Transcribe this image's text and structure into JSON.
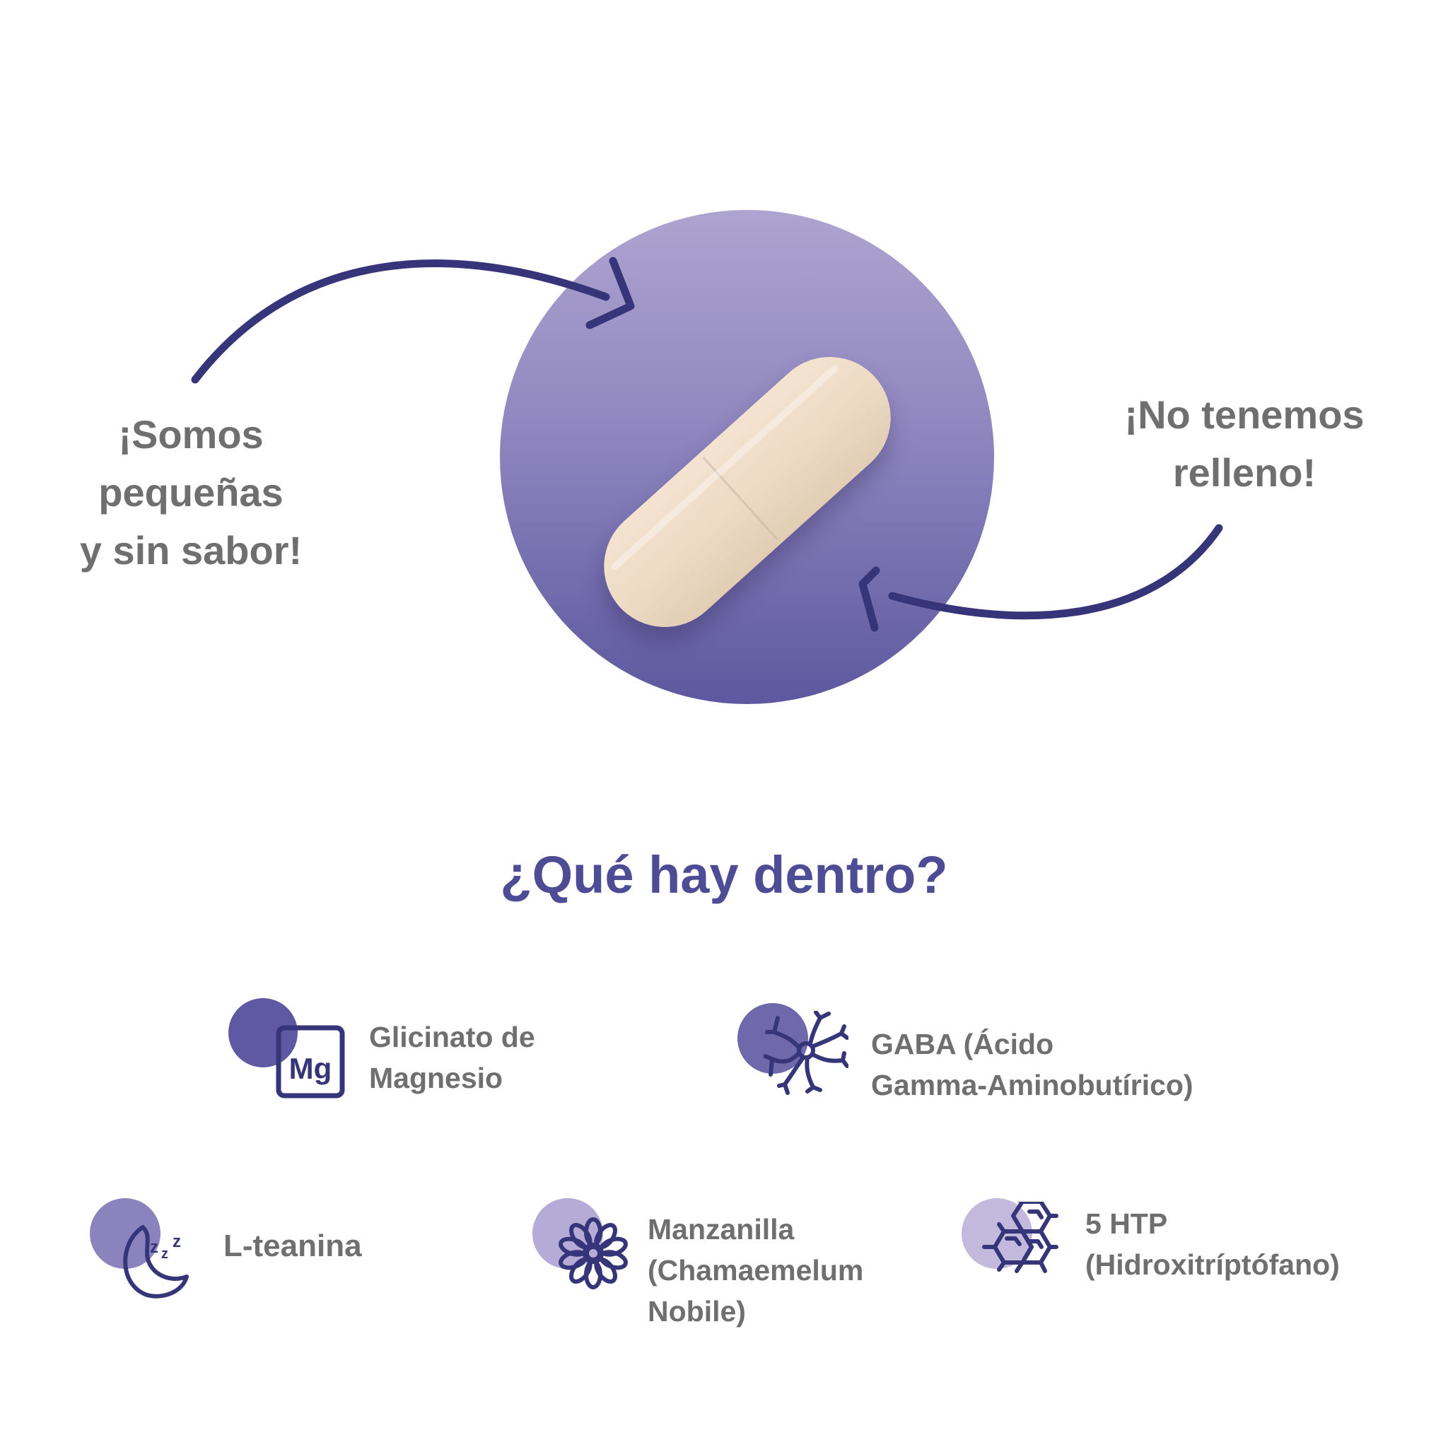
{
  "colors": {
    "accent_dark": "#36357a",
    "title_purple": "#4f4c96",
    "text_gray": "#6f6f6f",
    "circle_top": "#ada4d0",
    "circle_bottom": "#5d589f",
    "capsule": "#eedcc6"
  },
  "hero": {
    "callout_left": [
      "¡Somos",
      "pequeñas",
      "y sin sabor!"
    ],
    "callout_right": [
      "¡No tenemos",
      "relleno!"
    ],
    "image": "capsule-on-purple-circle"
  },
  "section": {
    "title": "¿Qué hay dentro?"
  },
  "ingredients": [
    {
      "icon": "magnesium-mg-icon",
      "icon_label": "Mg",
      "lines": [
        "Glicinato de",
        "Magnesio"
      ],
      "circle_color": "#5e59a2"
    },
    {
      "icon": "neuron-icon",
      "lines": [
        "GABA  (Ácido",
        "Gamma-Aminobutírico)"
      ],
      "circle_color": "#6f68ab"
    },
    {
      "icon": "moon-sleep-icon",
      "icon_label": "zzz",
      "lines": [
        "L-teanina"
      ],
      "circle_color": "#8b83bd"
    },
    {
      "icon": "chamomile-flower-icon",
      "lines": [
        "Manzanilla",
        "(Chamaemelum",
        "Nobile)"
      ],
      "circle_color": "#b4abd6"
    },
    {
      "icon": "molecule-hexagon-icon",
      "lines": [
        "5 HTP",
        "(Hidroxitríptófano)"
      ],
      "circle_color": "#c2b9dd"
    }
  ]
}
